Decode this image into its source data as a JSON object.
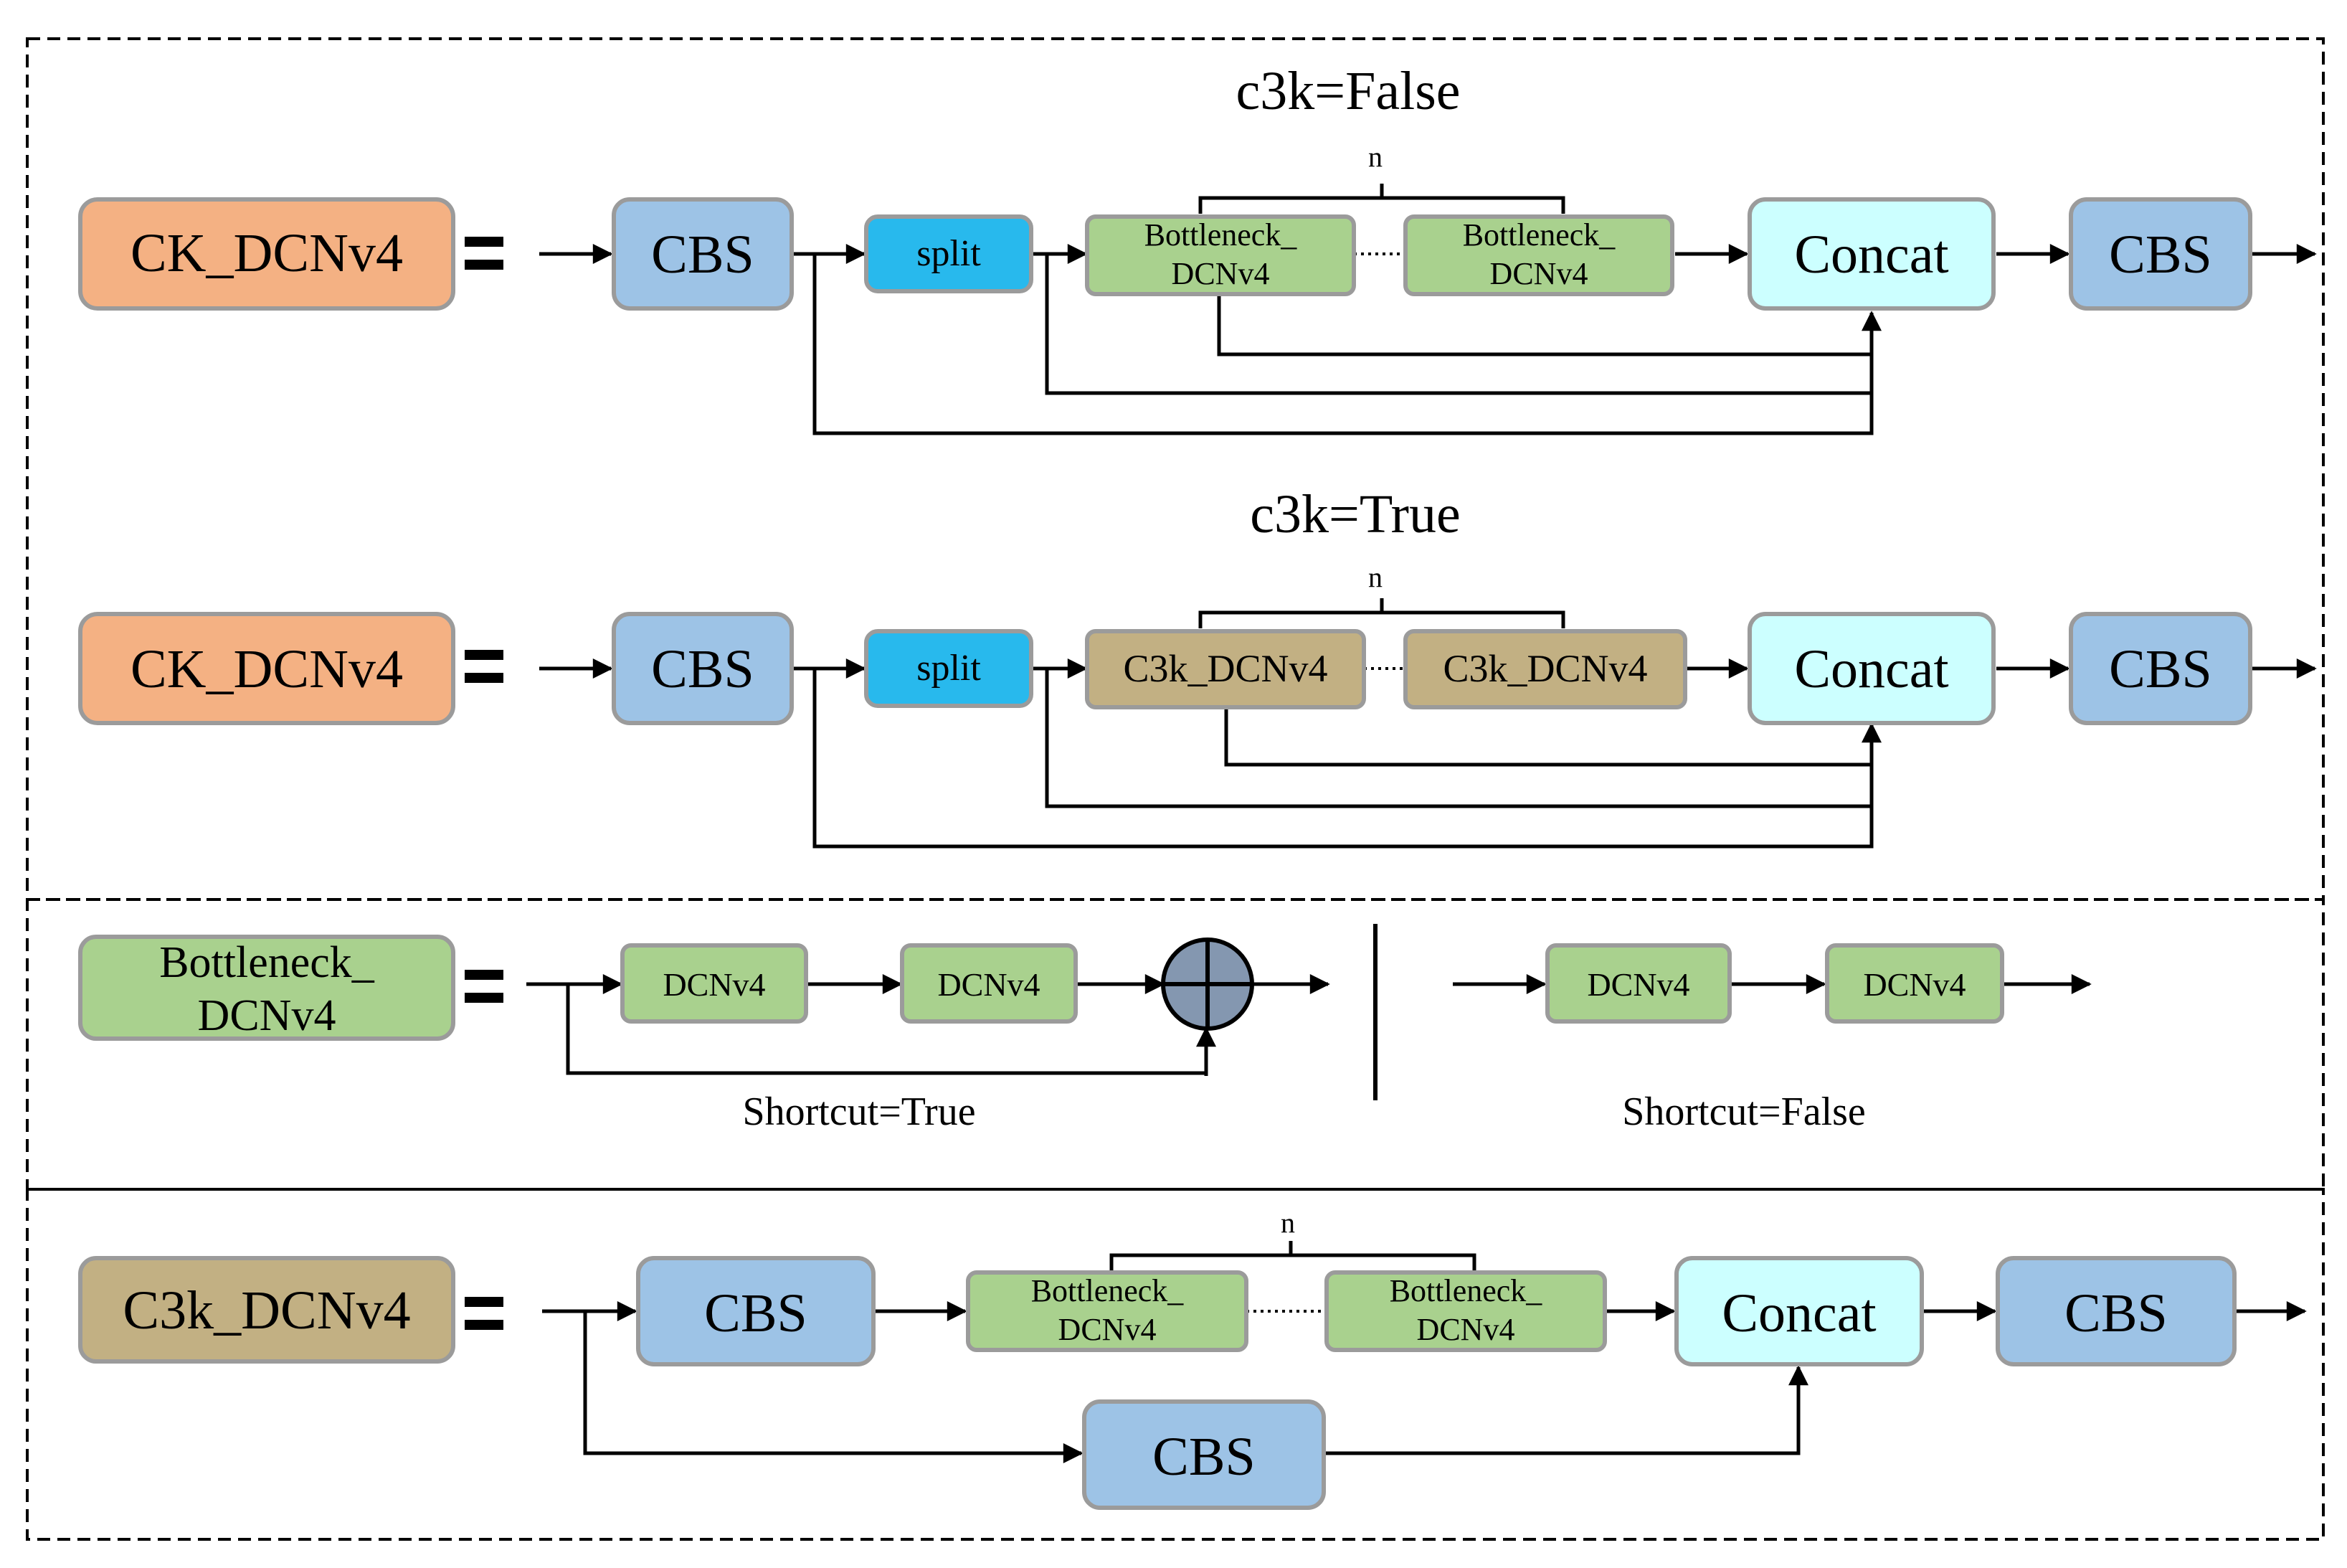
{
  "section_a": {
    "title": "c3k=False",
    "lhs": "CK_DCNv4",
    "eq": "=",
    "cbs_in": "CBS",
    "split": "split",
    "block1_l1": "Bottleneck_",
    "block1_l2": "DCNv4",
    "block2_l1": "Bottleneck_",
    "block2_l2": "DCNv4",
    "n": "n",
    "concat": "Concat",
    "cbs_out": "CBS"
  },
  "section_b": {
    "title": "c3k=True",
    "lhs": "CK_DCNv4",
    "eq": "=",
    "cbs_in": "CBS",
    "split": "split",
    "block1": "C3k_DCNv4",
    "block2": "C3k_DCNv4",
    "n": "n",
    "concat": "Concat",
    "cbs_out": "CBS"
  },
  "section_c": {
    "lhs_l1": "Bottleneck_",
    "lhs_l2": "DCNv4",
    "eq": "=",
    "left_block1": "DCNv4",
    "left_block2": "DCNv4",
    "left_caption": "Shortcut=True",
    "right_block1": "DCNv4",
    "right_block2": "DCNv4",
    "right_caption": "Shortcut=False"
  },
  "section_d": {
    "lhs": "C3k_DCNv4",
    "eq": "=",
    "cbs_in": "CBS",
    "block1_l1": "Bottleneck_",
    "block1_l2": "DCNv4",
    "block2_l1": "Bottleneck_",
    "block2_l2": "DCNv4",
    "n": "n",
    "concat": "Concat",
    "cbs_out": "CBS",
    "cbs_skip": "CBS"
  },
  "colors": {
    "orange": "#F4B183",
    "blue": "#9DC3E6",
    "cyan": "#28B9ED",
    "green": "#A9D18E",
    "tan": "#C2B083",
    "light_cyan": "#CCFFFF",
    "add_node": "#8497B0",
    "border": "#9B9B9B"
  }
}
